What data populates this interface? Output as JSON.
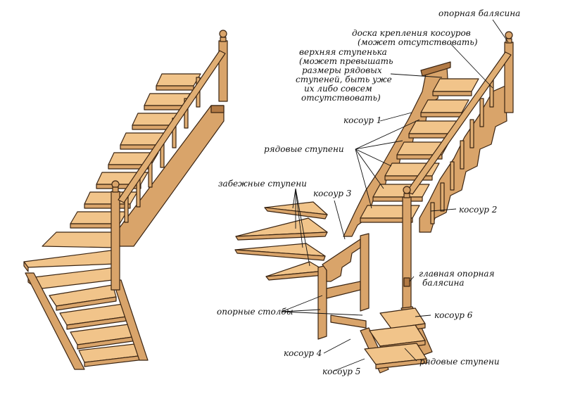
{
  "colors": {
    "wood_top": "#f1c48a",
    "wood_side": "#d9a46a",
    "wood_dark": "#b27a45",
    "outline": "#3a2412",
    "leader": "#111111"
  },
  "labels": {
    "support_baluster": "опорная балясина",
    "stringer_board_l1": "доска крепления косоуров",
    "stringer_board_l2": "(может отсутствовать)",
    "top_step_l1": "верхняя ступенька",
    "top_step_l2": "(может превышать",
    "top_step_l3": "размеры рядовых",
    "top_step_l4": "ступеней, быть уже",
    "top_step_l5": "их либо совсем",
    "top_step_l6": "отсутствовать)",
    "stringer1": "косоур 1",
    "regular_steps_upper": "рядовые ступени",
    "winder_steps": "забежные ступени",
    "stringer3": "косоур 3",
    "stringer2": "косоур 2",
    "main_baluster_l1": "главная опорная",
    "main_baluster_l2": "балясина",
    "support_posts": "опорные столбы",
    "stringer6": "косоур 6",
    "stringer4": "косоур 4",
    "regular_steps_lower": "рядовые ступени",
    "stringer5": "косоур 5"
  }
}
